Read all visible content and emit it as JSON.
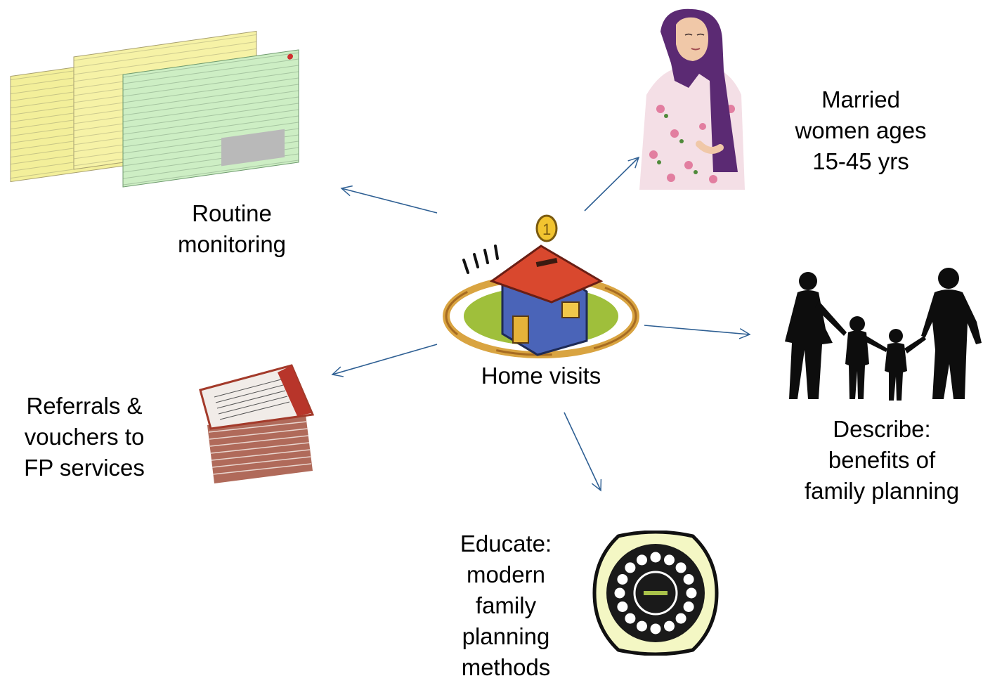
{
  "nodes": {
    "center": {
      "label": "Home visits"
    },
    "monitoring": {
      "lines": [
        "Routine",
        "monitoring"
      ]
    },
    "women": {
      "lines": [
        "Married",
        "women ages",
        "15-45 yrs"
      ]
    },
    "family": {
      "lines": [
        "Describe:",
        "benefits of",
        "family planning"
      ]
    },
    "referrals": {
      "lines": [
        "Referrals &",
        "vouchers to",
        "FP services"
      ]
    },
    "educate": {
      "lines": [
        "Educate:",
        "modern",
        "family",
        "planning",
        "methods"
      ]
    }
  },
  "colors": {
    "arrow": "#2e5f93",
    "text": "#000000",
    "form_yellow": "#f3ef9a",
    "form_green": "#cdeec4",
    "pill_pack_bg": "#f4f7c4",
    "pill_pack_ring": "#1a1a1a",
    "pill_pack_center": "#a9c24a"
  },
  "icons": {
    "monitoring": "monitoring-forms-icon",
    "women": "woman-in-headscarf-icon",
    "center": "house-with-coin-icon",
    "family": "family-silhouette-icon",
    "referrals": "voucher-stack-icon",
    "educate": "pill-pack-icon"
  }
}
